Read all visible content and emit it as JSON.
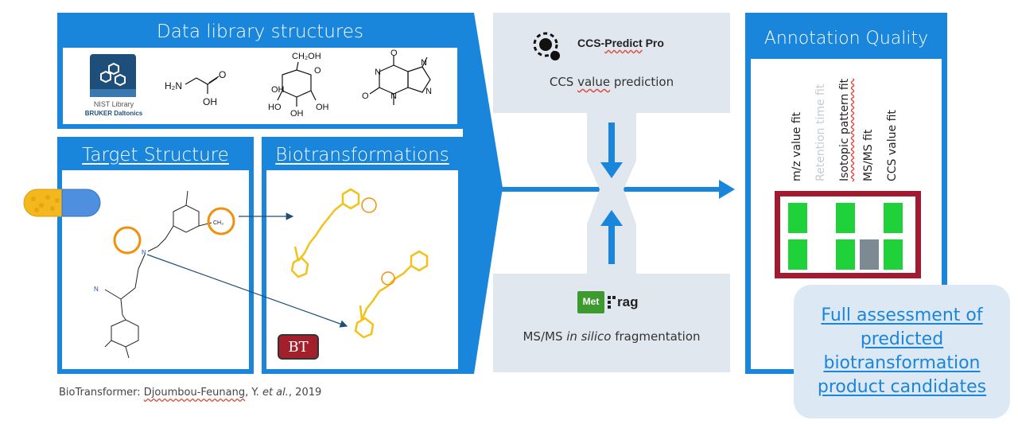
{
  "library_panel": {
    "title": "Data library structures",
    "nist_logo": {
      "line1": "NIST Library",
      "line2": "BRUKER Daltonics"
    },
    "molecules": [
      {
        "name": "glycine",
        "labels": [
          "H₂N",
          "O",
          "OH"
        ]
      },
      {
        "name": "glucose",
        "labels": [
          "CH₂OH",
          "O",
          "OH",
          "OH",
          "HO",
          "OH"
        ]
      },
      {
        "name": "caffeine",
        "labels": [
          "O",
          "N",
          "N",
          "O",
          "N",
          "N"
        ]
      }
    ]
  },
  "target_panel": {
    "title": "Target Structure",
    "atom_labels": {
      "n": "N",
      "n2": "N",
      "ch3": "CH₃"
    }
  },
  "biotrans_panel": {
    "title": "Biotransformations",
    "bt_logo": "BT"
  },
  "citation": {
    "prefix": "BioTransformer: ",
    "author": "Djoumbou-Feunang",
    "middle": ", Y. ",
    "etal": "et al.",
    "year": ", 2019"
  },
  "ccs_box": {
    "logo_prefix": "CCS-",
    "logo_word": "Predict",
    "logo_suffix": " Pro",
    "caption_prefix": "CCS ",
    "caption_underlined": "value",
    "caption_suffix": " prediction"
  },
  "metfrag_box": {
    "logo_left": "Met",
    "logo_right": "rag",
    "caption_prefix": "MS/MS ",
    "caption_italic": "in silico",
    "caption_suffix": " fragmentation"
  },
  "annotation_panel": {
    "title": "Annotation Quality",
    "criteria": [
      {
        "label": "m/z value fit",
        "active": true
      },
      {
        "label": "Retention time fit",
        "active": false
      },
      {
        "label": "Isotopic pattern fit",
        "active": true
      },
      {
        "label": "MS/MS fit",
        "active": true
      },
      {
        "label": "CCS value fit",
        "active": true
      }
    ],
    "grid": [
      [
        "pass",
        "empty",
        "pass",
        "empty",
        "pass"
      ],
      [
        "pass",
        "empty",
        "pass",
        "neutral",
        "pass"
      ]
    ],
    "colors": {
      "pass": "#1fd23a",
      "neutral": "#7d8a93",
      "frame": "#a01a30"
    }
  },
  "callout": {
    "lines": [
      "Full assessment of",
      "predicted",
      "biotransformation",
      "product candidates"
    ]
  },
  "colors": {
    "primary": "#1a86db",
    "orange": "#f0900c",
    "gold": "#f2c21a",
    "grey_box": "#e1e7ef"
  }
}
